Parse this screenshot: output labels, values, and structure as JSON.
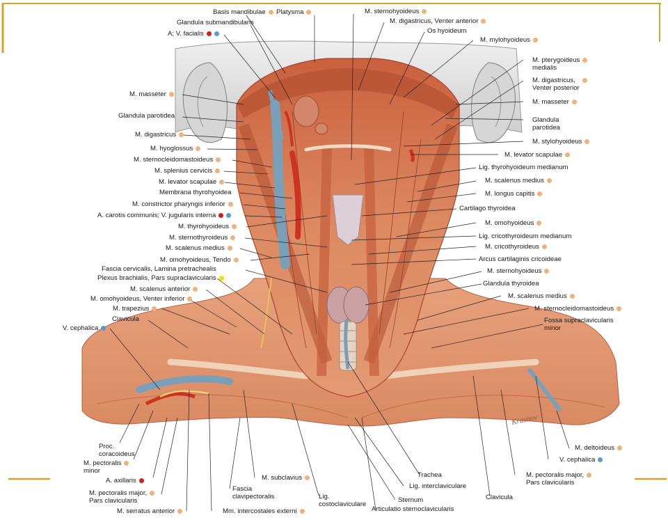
{
  "colors": {
    "frame_gold": "#d7a12c",
    "muscle_dot": "#f0b27a",
    "artery_dot": "#d01f1f",
    "vein_dot": "#5b9bd5",
    "nerve_dot": "#f5e000",
    "muscle_base": "#d9835a",
    "muscle_dark": "#a8452c",
    "vein": "#7a9fb8",
    "artery": "#cc3322",
    "ear": "#d0d0d0",
    "background": "#ffffff"
  },
  "labels_left": [
    {
      "id": "basis-mandibulae",
      "text": "Basis mandibulae",
      "dots": [
        "muscle"
      ]
    },
    {
      "id": "platysma",
      "text": "Platysma",
      "dots": [
        "muscle"
      ]
    },
    {
      "id": "glandula-submandibularis",
      "text": "Glandula submandibularis",
      "dots": []
    },
    {
      "id": "a-v-facialis",
      "text": "A; V. facialis",
      "dots": [
        "artery",
        "vein"
      ]
    },
    {
      "id": "m-masseter-left",
      "text": "M. masseter",
      "dots": [
        "muscle"
      ]
    },
    {
      "id": "glandula-parotidea-left",
      "text": "Glandula parotidea",
      "dots": []
    },
    {
      "id": "m-digastricus-left",
      "text": "M. digastricus",
      "dots": [
        "muscle"
      ]
    },
    {
      "id": "m-hyoglossus",
      "text": "M. hyoglossus",
      "dots": [
        "muscle"
      ]
    },
    {
      "id": "m-sternocleidomastoideus-left",
      "text": "M. sternocleidomastoideus",
      "dots": [
        "muscle"
      ]
    },
    {
      "id": "m-splenius-cervicis",
      "text": "M. splenius cervicis",
      "dots": [
        "muscle"
      ]
    },
    {
      "id": "m-levator-scapulae-left",
      "text": "M. levator scapulae",
      "dots": [
        "muscle"
      ]
    },
    {
      "id": "membrana-thyrohyoidea",
      "text": "Membrana thyrohyoidea",
      "dots": []
    },
    {
      "id": "m-constrictor-pharyngis-inferior",
      "text": "M. constrictor pharyngis inferior",
      "dots": [
        "muscle"
      ]
    },
    {
      "id": "a-carotis-communis",
      "text": "A. carotis communis; V. jugularis interna",
      "dots": [
        "artery",
        "vein"
      ]
    },
    {
      "id": "m-thyrohyoideus",
      "text": "M. thyrohyoideus",
      "dots": [
        "muscle"
      ]
    },
    {
      "id": "m-sternothyroideus",
      "text": "M. sternothyroideus",
      "dots": [
        "muscle"
      ]
    },
    {
      "id": "m-scalenus-medius-left",
      "text": "M. scalenus medius",
      "dots": [
        "muscle"
      ]
    },
    {
      "id": "m-omohyoideus-tendo",
      "text": "M. omohyoideus, Tendo",
      "dots": [
        "muscle"
      ]
    },
    {
      "id": "fascia-cervicalis",
      "text": "Fascia cervicalis, Lamina pretrachealis",
      "dots": []
    },
    {
      "id": "plexus-brachialis",
      "text": "Plexus brachialis, Pars supraclavicularis",
      "dots": [
        "nerve"
      ]
    },
    {
      "id": "m-scalenus-anterior",
      "text": "M. scalenus anterior",
      "dots": [
        "muscle"
      ]
    },
    {
      "id": "m-omohyoideus-venter-inferior",
      "text": "M. omohyoideus, Venter inferior",
      "dots": [
        "muscle"
      ]
    },
    {
      "id": "m-trapezius",
      "text": "M. trapezius",
      "dots": [
        "muscle"
      ]
    },
    {
      "id": "clavicula-left",
      "text": "Clavicula",
      "dots": []
    },
    {
      "id": "v-cephalica-left",
      "text": "V. cephalica",
      "dots": [
        "vein"
      ]
    }
  ],
  "labels_top": [
    {
      "id": "m-sternohyoideus-top",
      "text": "M. sternohyoideus",
      "dots": [
        "muscle"
      ]
    },
    {
      "id": "m-digastricus-venter-anterior",
      "text": "M. digastricus, Venter anterior",
      "dots": [
        "muscle"
      ]
    },
    {
      "id": "os-hyoideum",
      "text": "Os hyoideum",
      "dots": []
    },
    {
      "id": "m-mylohyoideus",
      "text": "M. mylohyoideus",
      "dots": [
        "muscle"
      ]
    }
  ],
  "labels_right": [
    {
      "id": "m-pterygoideus-medialis",
      "text": "M. pterygoideus\nmedialis",
      "dots": [
        "muscle"
      ]
    },
    {
      "id": "m-digastricus-venter-posterior",
      "text": "M. digastricus,\nVenter posterior",
      "dots": [
        "muscle"
      ]
    },
    {
      "id": "m-masseter-right",
      "text": "M. masseter",
      "dots": [
        "muscle"
      ]
    },
    {
      "id": "glandula-parotidea-right",
      "text": "Glandula\nparotidea",
      "dots": []
    },
    {
      "id": "m-stylohyoideus",
      "text": "M. stylohyoideus",
      "dots": [
        "muscle"
      ]
    },
    {
      "id": "m-levator-scapulae-right",
      "text": "M. levator scapulae",
      "dots": [
        "muscle"
      ]
    },
    {
      "id": "lig-thyrohyoideum-medianum",
      "text": "Lig. thyrohyoideum medianum",
      "dots": []
    },
    {
      "id": "m-scalenus-medius-right",
      "text": "M. scalenus medius",
      "dots": [
        "muscle"
      ]
    },
    {
      "id": "m-longus-capitis",
      "text": "M. longus capitis",
      "dots": [
        "muscle"
      ]
    },
    {
      "id": "cartilago-thyroidea",
      "text": "Cartilago thyroidea",
      "dots": []
    },
    {
      "id": "m-omohyoideus-right",
      "text": "M. omohyoideus",
      "dots": [
        "muscle"
      ]
    },
    {
      "id": "lig-cricothyroideum-medianum",
      "text": "Lig. cricothyroideum medianum",
      "dots": []
    },
    {
      "id": "m-cricothyroideus",
      "text": "M. cricothyroideus",
      "dots": [
        "muscle"
      ]
    },
    {
      "id": "arcus-cartilaginis-cricoideae",
      "text": "Arcus cartilaginis cricoideae",
      "dots": []
    },
    {
      "id": "m-sternohyoideus-right",
      "text": "M. sternohyoideus",
      "dots": [
        "muscle"
      ]
    },
    {
      "id": "glandula-thyroidea",
      "text": "Glandula thyroidea",
      "dots": []
    },
    {
      "id": "m-scalenus-medius-right2",
      "text": "M. scalenus medius",
      "dots": [
        "muscle"
      ]
    },
    {
      "id": "m-sternocleidomastoideus-right",
      "text": "M. sternocleidomastoideus",
      "dots": [
        "muscle"
      ]
    },
    {
      "id": "fossa-supraclavicularis-minor",
      "text": "Fossa supraclavicularis\nminor",
      "dots": []
    }
  ],
  "labels_bottom": [
    {
      "id": "proc-coracoideus",
      "text": "Proc.\ncoracoideus",
      "dots": []
    },
    {
      "id": "m-pectoralis-minor",
      "text": "M. pectoralis\nminor",
      "dots": [
        "muscle"
      ]
    },
    {
      "id": "a-axillaris",
      "text": "A. axillaris",
      "dots": [
        "artery"
      ]
    },
    {
      "id": "m-pectoralis-major-left",
      "text": "M. pectoralis major,\nPars clavicularis",
      "dots": [
        "muscle"
      ]
    },
    {
      "id": "m-serratus-anterior",
      "text": "M. serratus anterior",
      "dots": [
        "muscle"
      ]
    },
    {
      "id": "mm-intercostales-externi",
      "text": "Mm. intercostales externi",
      "dots": [
        "muscle"
      ]
    },
    {
      "id": "fascia-clavipectoralis",
      "text": "Fascia\nclavipectoralis",
      "dots": []
    },
    {
      "id": "m-subclavius",
      "text": "M. subclavius",
      "dots": [
        "muscle"
      ]
    },
    {
      "id": "lig-costoclaviculare",
      "text": "Lig.\ncostoclaviculare",
      "dots": []
    },
    {
      "id": "trachea",
      "text": "Trachea",
      "dots": []
    },
    {
      "id": "lig-interclaviculare",
      "text": "Lig. interclaviculare",
      "dots": []
    },
    {
      "id": "sternum",
      "text": "Sternum",
      "dots": []
    },
    {
      "id": "articulatio-sternoclavicularis",
      "text": "Articulatio sternoclavicularis",
      "dots": []
    },
    {
      "id": "clavicula-bottom",
      "text": "Clavicula",
      "dots": []
    },
    {
      "id": "m-pectoralis-major-right",
      "text": "M. pectoralis major,\nPars clavicularis",
      "dots": [
        "muscle"
      ]
    },
    {
      "id": "v-cephalica-right",
      "text": "V. cephalica",
      "dots": [
        "vein"
      ]
    },
    {
      "id": "m-deltoideus",
      "text": "M. deltoideus",
      "dots": [
        "muscle"
      ]
    }
  ],
  "signature": "Krasnov"
}
